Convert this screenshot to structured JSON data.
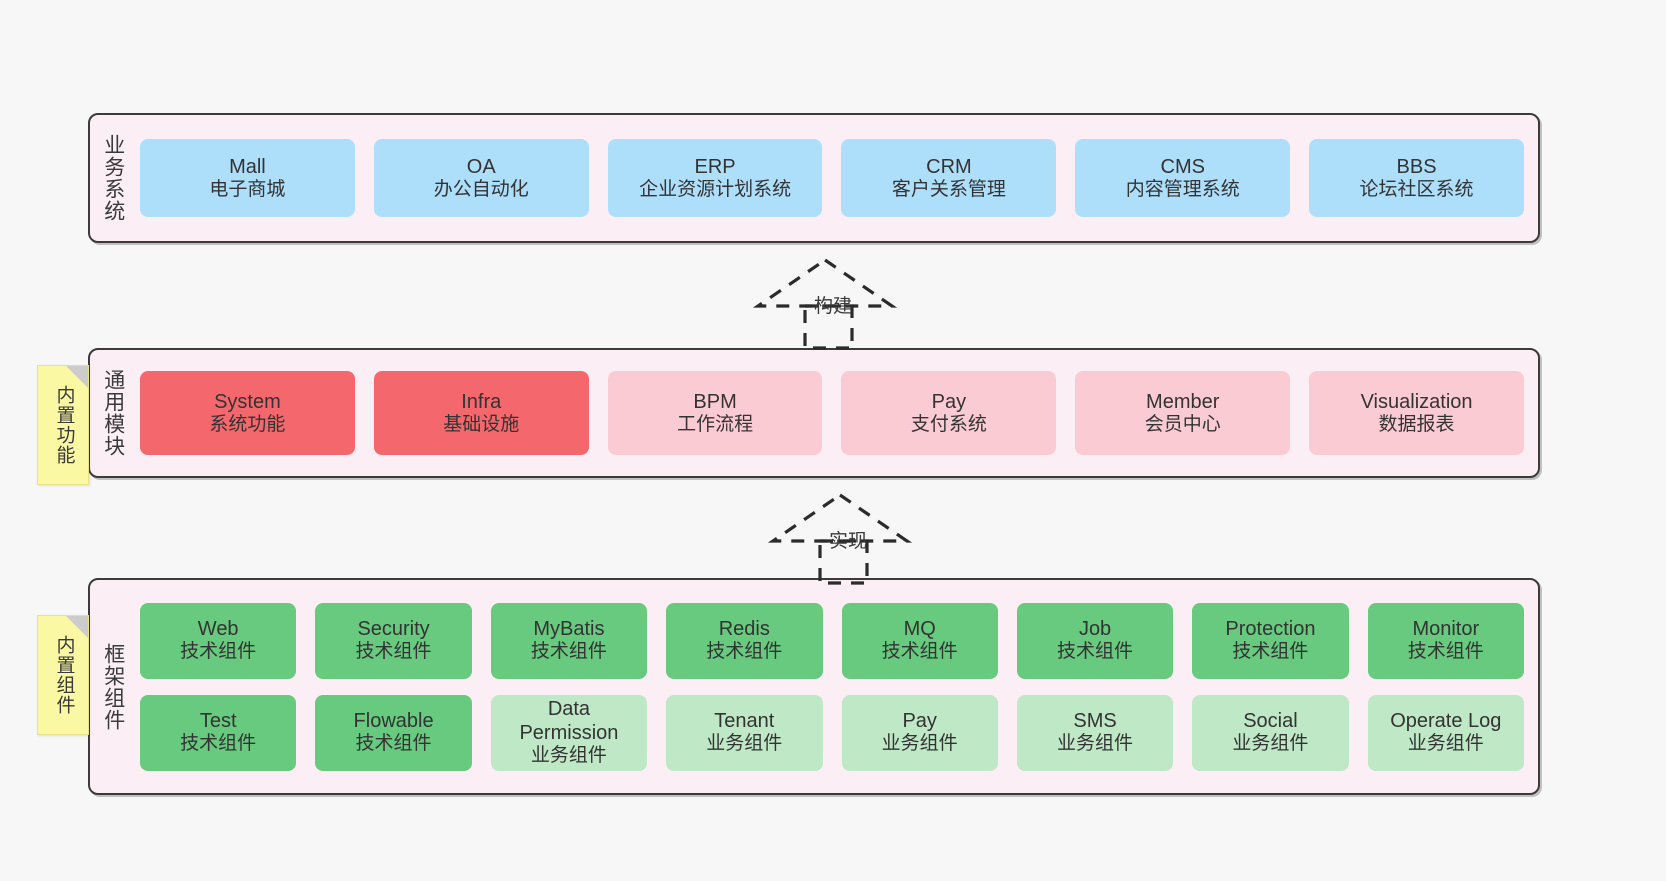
{
  "diagram": {
    "background_color": "#f7f7f7",
    "layer_fill": "#fbeef5",
    "layer_border": "#3b3b3b"
  },
  "layers": [
    {
      "key": "business",
      "label": "业务系统",
      "rows": [
        {
          "style": "card-biz",
          "cards": [
            {
              "title": "Mall",
              "subtitle": "电子商城"
            },
            {
              "title": "OA",
              "subtitle": "办公自动化"
            },
            {
              "title": "ERP",
              "subtitle": "企业资源计划系统"
            },
            {
              "title": "CRM",
              "subtitle": "客户关系管理"
            },
            {
              "title": "CMS",
              "subtitle": "内容管理系统"
            },
            {
              "title": "BBS",
              "subtitle": "论坛社区系统"
            }
          ]
        }
      ]
    },
    {
      "key": "common",
      "label": "通用模块",
      "rows": [
        {
          "cards": [
            {
              "title": "System",
              "subtitle": "系统功能",
              "style": "card-core-strong"
            },
            {
              "title": "Infra",
              "subtitle": "基础设施",
              "style": "card-core-strong"
            },
            {
              "title": "BPM",
              "subtitle": "工作流程",
              "style": "card-core-soft"
            },
            {
              "title": "Pay",
              "subtitle": "支付系统",
              "style": "card-core-soft"
            },
            {
              "title": "Member",
              "subtitle": "会员中心",
              "style": "card-core-soft"
            },
            {
              "title": "Visualization",
              "subtitle": "数据报表",
              "style": "card-core-soft"
            }
          ]
        }
      ]
    },
    {
      "key": "framework",
      "label": "框架组件",
      "rows": [
        {
          "style": "card-tech",
          "cards": [
            {
              "title": "Web",
              "subtitle": "技术组件"
            },
            {
              "title": "Security",
              "subtitle": "技术组件"
            },
            {
              "title": "MyBatis",
              "subtitle": "技术组件"
            },
            {
              "title": "Redis",
              "subtitle": "技术组件"
            },
            {
              "title": "MQ",
              "subtitle": "技术组件"
            },
            {
              "title": "Job",
              "subtitle": "技术组件"
            },
            {
              "title": "Protection",
              "subtitle": "技术组件"
            },
            {
              "title": "Monitor",
              "subtitle": "技术组件"
            }
          ]
        },
        {
          "cards": [
            {
              "title": "Test",
              "subtitle": "技术组件",
              "style": "card-tech"
            },
            {
              "title": "Flowable",
              "subtitle": "技术组件",
              "style": "card-tech"
            },
            {
              "title": "Data Permission",
              "subtitle": "业务组件",
              "style": "card-bizc"
            },
            {
              "title": "Tenant",
              "subtitle": "业务组件",
              "style": "card-bizc"
            },
            {
              "title": "Pay",
              "subtitle": "业务组件",
              "style": "card-bizc"
            },
            {
              "title": "SMS",
              "subtitle": "业务组件",
              "style": "card-bizc"
            },
            {
              "title": "Social",
              "subtitle": "业务组件",
              "style": "card-bizc"
            },
            {
              "title": "Operate Log",
              "subtitle": "业务组件",
              "style": "card-bizc"
            }
          ]
        }
      ]
    }
  ],
  "notes": [
    {
      "key": "builtin-features",
      "text": "内置功能"
    },
    {
      "key": "builtin-components",
      "text": "内置组件"
    }
  ],
  "arrows": [
    {
      "key": "build",
      "label": "构建",
      "from": "common",
      "to": "business"
    },
    {
      "key": "implement",
      "label": "实现",
      "from": "framework",
      "to": "common"
    }
  ]
}
